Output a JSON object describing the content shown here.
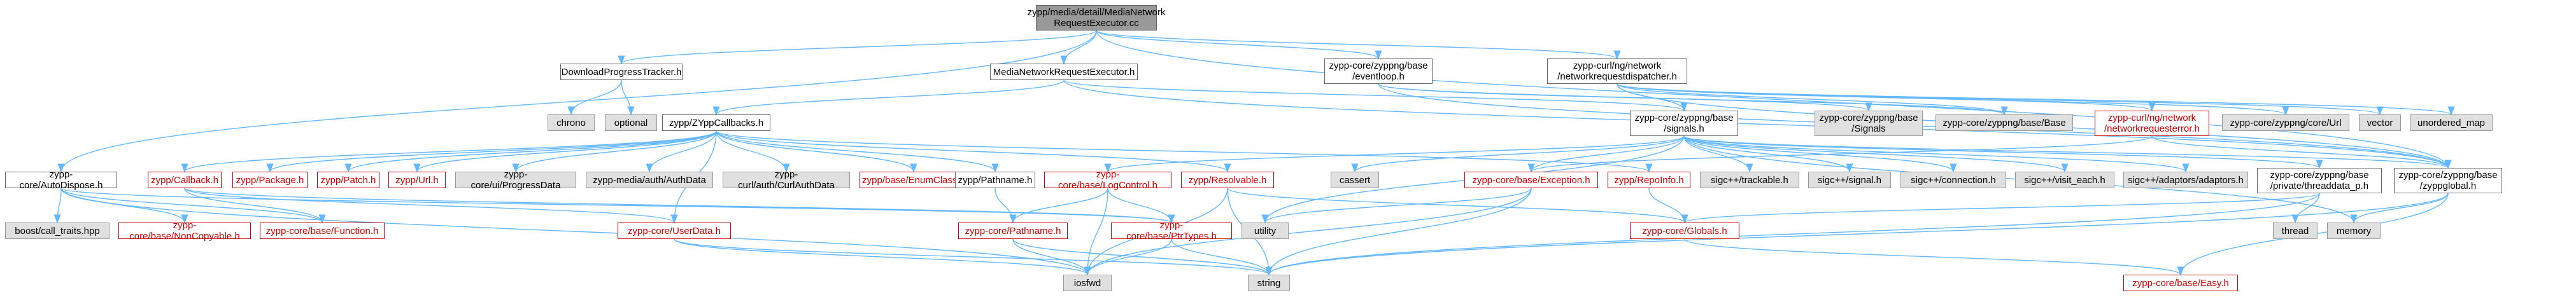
{
  "diagram": {
    "type": "include-dependency-graph",
    "colors": {
      "edge": "#63b8ff",
      "node_border": "#666666",
      "root_fill": "#999999",
      "gray_fill": "#e0e0e0",
      "red_text": "#cc0000"
    },
    "nodes": {
      "root": "zypp/media/detail/MediaNetwork\nRequestExecutor.cc",
      "download_progress_tracker": "DownloadProgressTracker.h",
      "media_network_request_executor": "MediaNetworkRequestExecutor.h",
      "eventloop": "zypp-core/zyppng/base\n/eventloop.h",
      "networkrequestdispatcher": "zypp-curl/ng/network\n/networkrequestdispatcher.h",
      "autodispose": "zypp-core/AutoDispose.h",
      "chrono": "chrono",
      "optional": "optional",
      "zypp_callbacks": "zypp/ZYppCallbacks.h",
      "signals": "zypp-core/zyppng/base\n/signals.h",
      "signals_dir": "zypp-core/zyppng/base\n/Signals",
      "zyppng_base": "zypp-core/zyppng/base/Base",
      "networkrequesterror": "zypp-curl/ng/network\n/networkrequesterror.h",
      "core_url": "zypp-core/zyppng/core/Url",
      "vector": "vector",
      "unordered_map": "unordered_map",
      "callback": "zypp/Callback.h",
      "package": "zypp/Package.h",
      "patch": "zypp/Patch.h",
      "url": "zypp/Url.h",
      "progressdata": "zypp-core/ui/ProgressData",
      "authdata": "zypp-media/auth/AuthData",
      "curlauthdata": "zypp-curl/auth/CurlAuthData",
      "enumclass": "zypp/base/EnumClass.h",
      "pathname_plain": "zypp/Pathname.h",
      "resolvable": "zypp/Resolvable.h",
      "cassert": "cassert",
      "logcontrol": "zypp-core/base/LogControl.h",
      "exception": "zypp-core/base/Exception.h",
      "repoinfo": "zypp/RepoInfo.h",
      "trackable": "sigc++/trackable.h",
      "sigc_signal": "sigc++/signal.h",
      "connection": "sigc++/connection.h",
      "visit_each": "sigc++/visit_each.h",
      "adaptors": "sigc++/adaptors/adaptors.h",
      "threaddata": "zypp-core/zyppng/base\n/private/threaddata_p.h",
      "zyppglobal": "zypp-core/zyppng/base\n/zyppglobal.h",
      "boost_calltraits": "boost/call_traits.hpp",
      "noncopyable": "zypp-core/base/NonCopyable.h",
      "function": "zypp-core/base/Function.h",
      "userdata": "zypp-core/UserData.h",
      "pathname": "zypp-core/Pathname.h",
      "ptrtypes": "zypp-core/base/PtrTypes.h",
      "utility": "utility",
      "globals": "zypp-core/Globals.h",
      "thread": "thread",
      "memory": "memory",
      "iosfwd": "iosfwd",
      "string": "string",
      "easy": "zypp-core/base/Easy.h"
    }
  }
}
